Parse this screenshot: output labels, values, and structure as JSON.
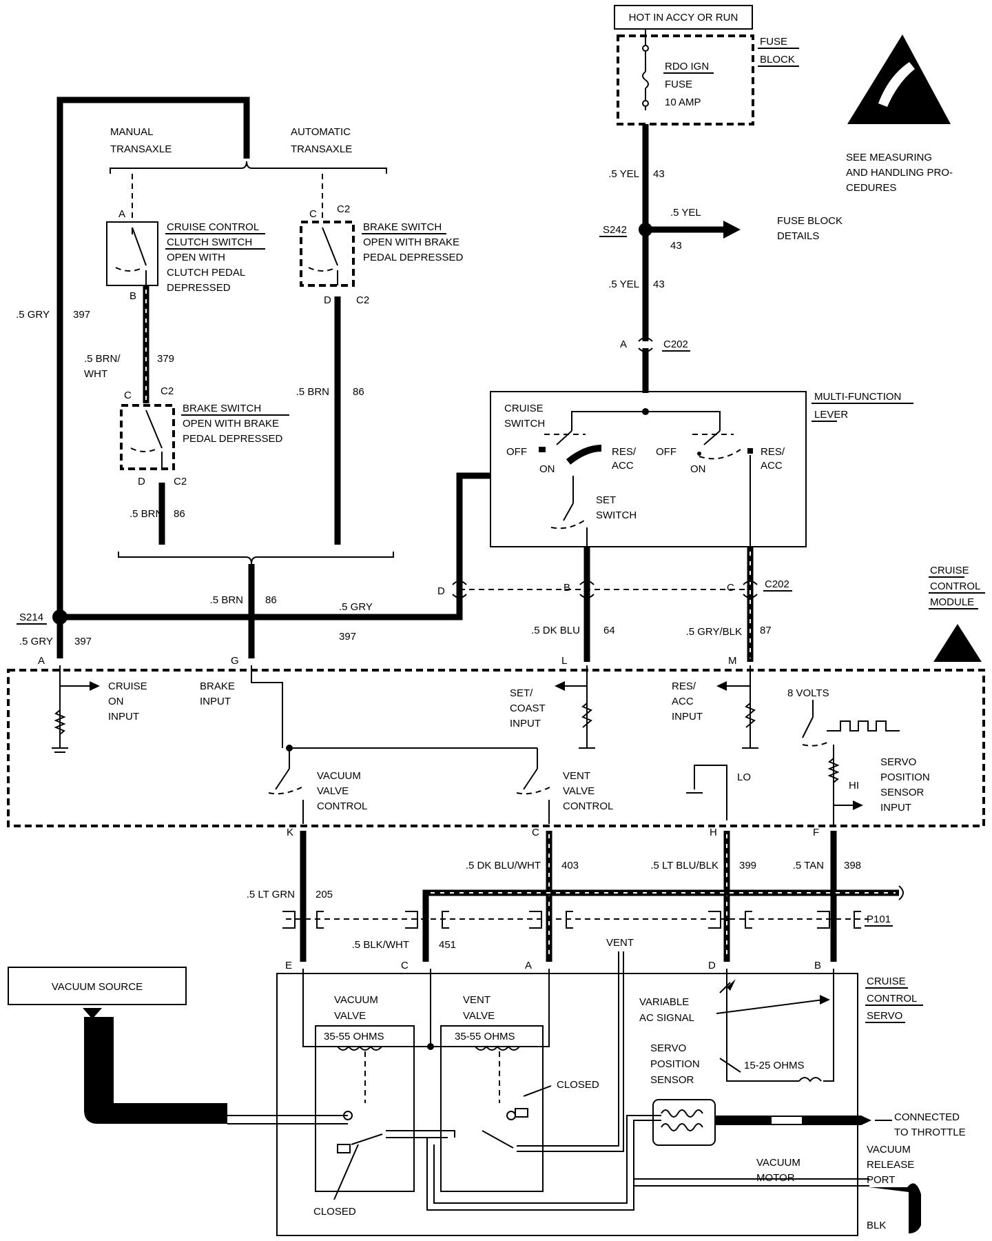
{
  "top": {
    "hot_in": "HOT IN ACCY OR RUN"
  },
  "fuse_block": {
    "label_1": "FUSE",
    "label_2": "BLOCK",
    "fuse_1": "RDO IGN",
    "fuse_2": "FUSE",
    "fuse_3": "10 AMP"
  },
  "esd": {
    "line_1": "SEE MEASURING",
    "line_2": "AND HANDLING PRO-",
    "line_3": "CEDURES"
  },
  "transaxle": {
    "manual_1": "MANUAL",
    "manual_2": "TRANSAXLE",
    "auto_1": "AUTOMATIC",
    "auto_2": "TRANSAXLE"
  },
  "clutch_switch": {
    "line_1": "CRUISE CONTROL",
    "line_2": "CLUTCH SWITCH",
    "line_3": "OPEN WITH",
    "line_4": "CLUTCH PEDAL",
    "line_5": "DEPRESSED"
  },
  "brake_switch": {
    "line_1": "BRAKE SWITCH",
    "line_2": "OPEN WITH BRAKE",
    "line_3": "PEDAL DEPRESSED"
  },
  "wires": {
    "yel": ".5 YEL",
    "yel_num": "43",
    "brn": ".5 BRN",
    "brn_num": "86",
    "brn_wht_1": ".5 BRN/",
    "brn_wht_2": "WHT",
    "brn_wht_num": "379",
    "gry": ".5 GRY",
    "gry_num": "397",
    "dk_blu": ".5 DK BLU",
    "dk_blu_num": "64",
    "gry_blk": ".5 GRY/BLK",
    "gry_blk_num": "87",
    "lt_grn": ".5 LT GRN",
    "lt_grn_num": "205",
    "dk_blu_wht": ".5 DK BLU/WHT",
    "dk_blu_wht_num": "403",
    "lt_blu_blk": ".5 LT BLU/BLK",
    "lt_blu_blk_num": "399",
    "tan": ".5 TAN",
    "tan_num": "398",
    "blk_wht": ".5 BLK/WHT",
    "blk_wht_num": "451",
    "blk": "BLK"
  },
  "splices": {
    "s242": "S242",
    "s214": "S214"
  },
  "connectors": {
    "c202": "C202",
    "c2": "C2",
    "p101": "P101"
  },
  "pins": {
    "a": "A",
    "b": "B",
    "c": "C",
    "d": "D",
    "e": "E",
    "f": "F",
    "g": "G",
    "h": "H",
    "k": "K",
    "l": "L",
    "m": "M"
  },
  "fuse_details": {
    "line_1": "FUSE BLOCK",
    "line_2": "DETAILS"
  },
  "mfl": {
    "title_1": "MULTI-FUNCTION",
    "title_2": "LEVER",
    "cruise_1": "CRUISE",
    "cruise_2": "SWITCH",
    "off": "OFF",
    "on": "ON",
    "res_1": "RES/",
    "res_2": "ACC",
    "set_1": "SET",
    "set_2": "SWITCH"
  },
  "module": {
    "title_1": "CRUISE",
    "title_2": "CONTROL",
    "title_3": "MODULE",
    "cruise_on_1": "CRUISE",
    "cruise_on_2": "ON",
    "cruise_on_3": "INPUT",
    "brake_1": "BRAKE",
    "brake_2": "INPUT",
    "set_1": "SET/",
    "set_2": "COAST",
    "set_3": "INPUT",
    "res_1": "RES/",
    "res_2": "ACC",
    "res_3": "INPUT",
    "volts": "8 VOLTS",
    "servo_1": "SERVO",
    "servo_2": "POSITION",
    "servo_3": "SENSOR",
    "servo_4": "INPUT",
    "vac_1": "VACUUM",
    "vac_2": "VALVE",
    "vac_3": "CONTROL",
    "vent_1": "VENT",
    "vent_2": "VALVE",
    "vent_3": "CONTROL",
    "lo": "LO",
    "hi": "HI"
  },
  "servo": {
    "title_1": "CRUISE",
    "title_2": "CONTROL",
    "title_3": "SERVO",
    "vac_valve_1": "VACUUM",
    "vac_valve_2": "VALVE",
    "vent_valve_1": "VENT",
    "vent_valve_2": "VALVE",
    "ohms_1": "35-55 OHMS",
    "ohms_2": "35-55 OHMS",
    "ohms_3": "15-25 OHMS",
    "var_1": "VARIABLE",
    "var_2": "AC SIGNAL",
    "sps_1": "SERVO",
    "sps_2": "POSITION",
    "sps_3": "SENSOR",
    "closed": "CLOSED",
    "vent": "VENT",
    "motor_1": "VACUUM",
    "motor_2": "MOTOR",
    "throttle_1": "CONNECTED",
    "throttle_2": "TO THROTTLE",
    "release_1": "VACUUM",
    "release_2": "RELEASE",
    "release_3": "PORT"
  },
  "vacuum_source": "VACUUM SOURCE"
}
